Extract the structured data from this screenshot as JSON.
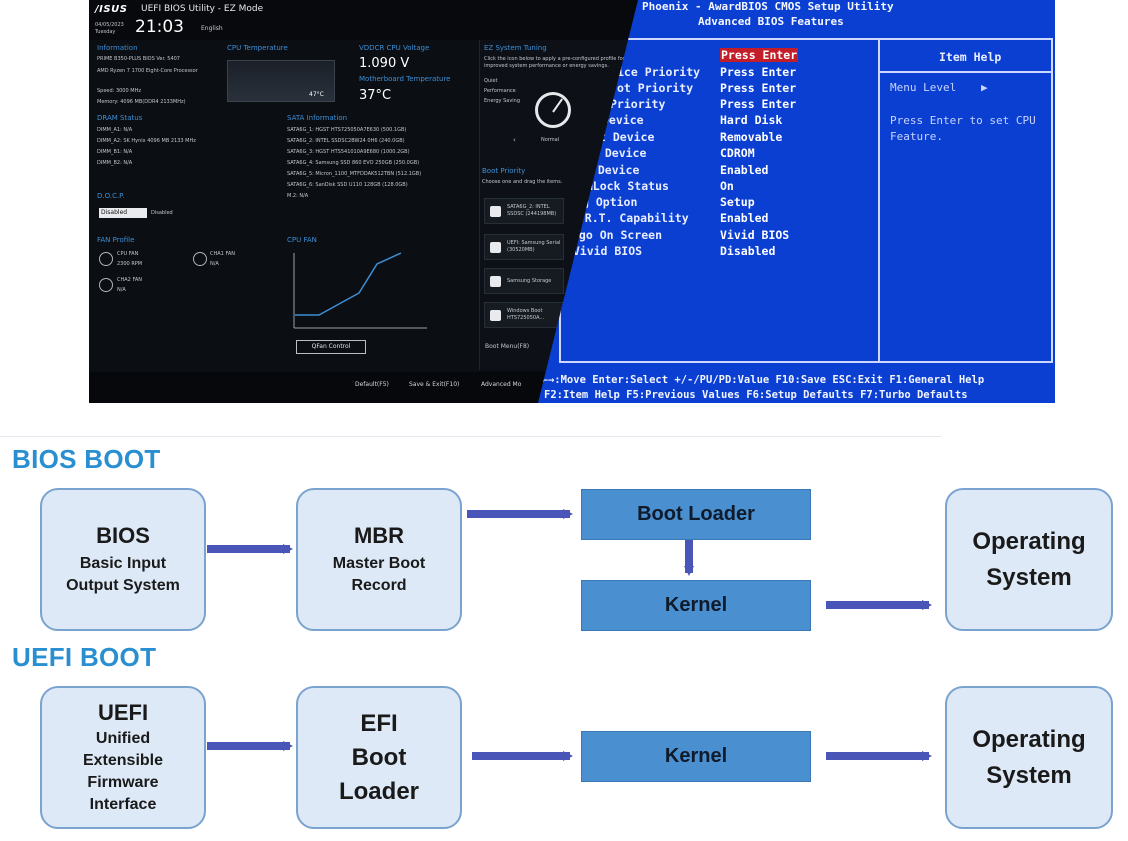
{
  "uefi_screen": {
    "brand": "/ISUS",
    "title": "UEFI BIOS Utility - EZ Mode",
    "date": "04/05/2023",
    "weekday": "Tuesday",
    "time": "21:03",
    "language": "English",
    "info_heading": "Information",
    "info_lines": [
      "PRIME B350-PLUS  BIOS Ver. 5407",
      "AMD Ryzen 7 1700 Eight-Core Processor",
      "Speed: 3000 MHz",
      "Memory: 4096 MB(DDR4 2133MHz)"
    ],
    "cpu_temp_heading": "CPU Temperature",
    "cpu_temp_value": "47°C",
    "vddcr_heading": "VDDCR CPU Voltage",
    "vddcr_value": "1.090 V",
    "mb_temp_heading": "Motherboard Temperature",
    "mb_temp_value": "37°C",
    "dram_heading": "DRAM Status",
    "dram_lines": [
      "DIMM_A1: N/A",
      "DIMM_A2: SK Hynix 4096 MB 2133 MHz",
      "DIMM_B1: N/A",
      "DIMM_B2: N/A"
    ],
    "sata_heading": "SATA Information",
    "sata_lines": [
      "SATA6G_1: HGST HTS725050A7E630 (500.1GB)",
      "SATA6G_2: INTEL SSDSC2BW24 0H6 (240.0GB)",
      "SATA6G_3: HGST HTS541010A9E680 (1000.2GB)",
      "SATA6G_4: Samsung SSD 860 EVO 250GB (250.0GB)",
      "SATA6G_5: Micron_1100_MTFDDAK512TBN (512.1GB)",
      "SATA6G_6: SanDisk SSD U110 128GB (128.0GB)",
      "M.2: N/A"
    ],
    "docp_heading": "D.O.C.P.",
    "docp_select": "Disabled",
    "docp_status": "Disabled",
    "fan_heading": "FAN Profile",
    "fans": [
      {
        "name": "CPU FAN",
        "value": "2300 RPM"
      },
      {
        "name": "CHA1 FAN",
        "value": "N/A"
      },
      {
        "name": "CHA2 FAN",
        "value": "N/A"
      }
    ],
    "cpu_fan_heading": "CPU FAN",
    "qfan_label": "QFan Control",
    "ez_heading": "EZ System Tuning",
    "ez_desc": "Click the icon below to apply a pre-configured profile for improved system performance or energy savings.",
    "ez_modes": [
      "Quiet",
      "Performance",
      "Energy Saving"
    ],
    "ez_current": "Normal",
    "boot_heading": "Boot Priority",
    "boot_desc": "Choose one and drag the items.",
    "boot_items": [
      "SATA6G_2: INTEL SSDSC (244198MB)",
      "UEFI: Samsung Serial (30520MB)",
      "Samsung Storage",
      "Windows Boot HTS725050A..."
    ],
    "boot_menu": "Boot Menu(F8)",
    "footer": [
      "Default(F5)",
      "Save & Exit(F10)",
      "Advanced Mo"
    ]
  },
  "award_screen": {
    "title_line1": "Phoenix - AwardBIOS CMOS Setup Utility",
    "title_line2": "Advanced BIOS Features",
    "options": [
      "",
      "ice Priority",
      "ot Priority",
      " Priority",
      " Device",
      "t Device",
      "t Device",
      "r Device",
      " NumLock Status",
      "g Option",
      ".A.R.T. Capability",
      "ogo On Screen",
      "s Vivid BIOS"
    ],
    "values": [
      "Press Enter",
      "Press Enter",
      "Press Enter",
      "Press Enter",
      "Hard Disk",
      "Removable",
      "CDROM",
      "Enabled",
      "On",
      "Setup",
      "Enabled",
      "Vivid BIOS",
      "Disabled"
    ],
    "help_title": "Item Help",
    "help_menu": "Menu Level",
    "help_arrow": "▶",
    "help_text_1": "Press Enter to set CPU",
    "help_text_2": "Feature.",
    "keys_line1": "↑↓←→:Move  Enter:Select  +/-/PU/PD:Value  F10:Save  ESC:Exit  F1:General Help",
    "keys_line2": "F2:Item Help F5:Previous Values F6:Setup Defaults F7:Turbo Defaults"
  },
  "diagram": {
    "bios_title": "BIOS BOOT",
    "uefi_title": "UEFI BOOT",
    "bios_box": {
      "title": "BIOS",
      "sub": [
        "Basic Input",
        "Output System"
      ]
    },
    "mbr_box": {
      "title": "MBR",
      "sub": [
        "Master Boot",
        "Record"
      ]
    },
    "boot_loader": "Boot Loader",
    "kernel_1": "Kernel",
    "os_1": [
      "Operating",
      "System"
    ],
    "uefi_box": {
      "title": "UEFI",
      "sub": [
        "Unified",
        "Extensible",
        "Firmware",
        "Interface"
      ]
    },
    "efi_box": [
      "EFI",
      "Boot",
      "Loader"
    ],
    "kernel_2": "Kernel",
    "os_2": [
      "Operating",
      "System"
    ],
    "colors": {
      "section_title": "#2a8fd0",
      "box_fill": "#dde9f6",
      "box_border": "#7ba3cf",
      "solid_box": "#4a8fd0",
      "arrow": "#4a55b8"
    }
  }
}
